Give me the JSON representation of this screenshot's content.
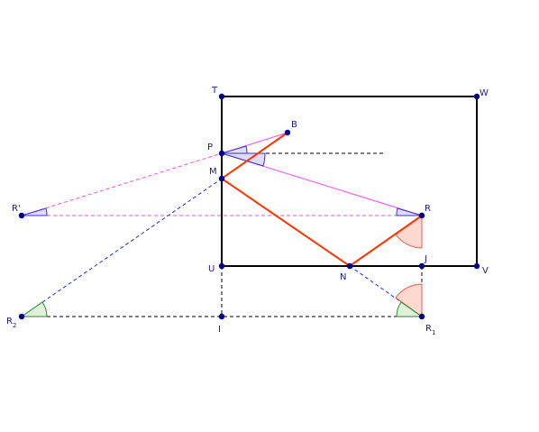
{
  "colors": {
    "background": "#ffffff",
    "frame": "#000000",
    "point": "#00008b",
    "label": "#1a1a8c",
    "red_path": "#ff3300",
    "magenta": "#ff44ff",
    "blue_dashed": "#1f2fd0",
    "black_dashed": "#000000",
    "angle_red_fill": "#ffd9d1",
    "angle_red_stroke": "#e85a4a",
    "angle_blue_fill": "#e0dcff",
    "angle_blue_stroke": "#3a30d0",
    "angle_green_fill": "#dff0dd",
    "angle_green_stroke": "#2a8a2a"
  },
  "labels": {
    "T": "T",
    "W": "W",
    "B": "B",
    "P": "P",
    "M": "M",
    "R_prime": "R'",
    "R": "R",
    "J": "J",
    "U": "U",
    "N": "N",
    "V": "V",
    "R2_main": "R",
    "R2_sub": "2",
    "I": "I",
    "R1_main": "R",
    "R1_sub": "1"
  }
}
